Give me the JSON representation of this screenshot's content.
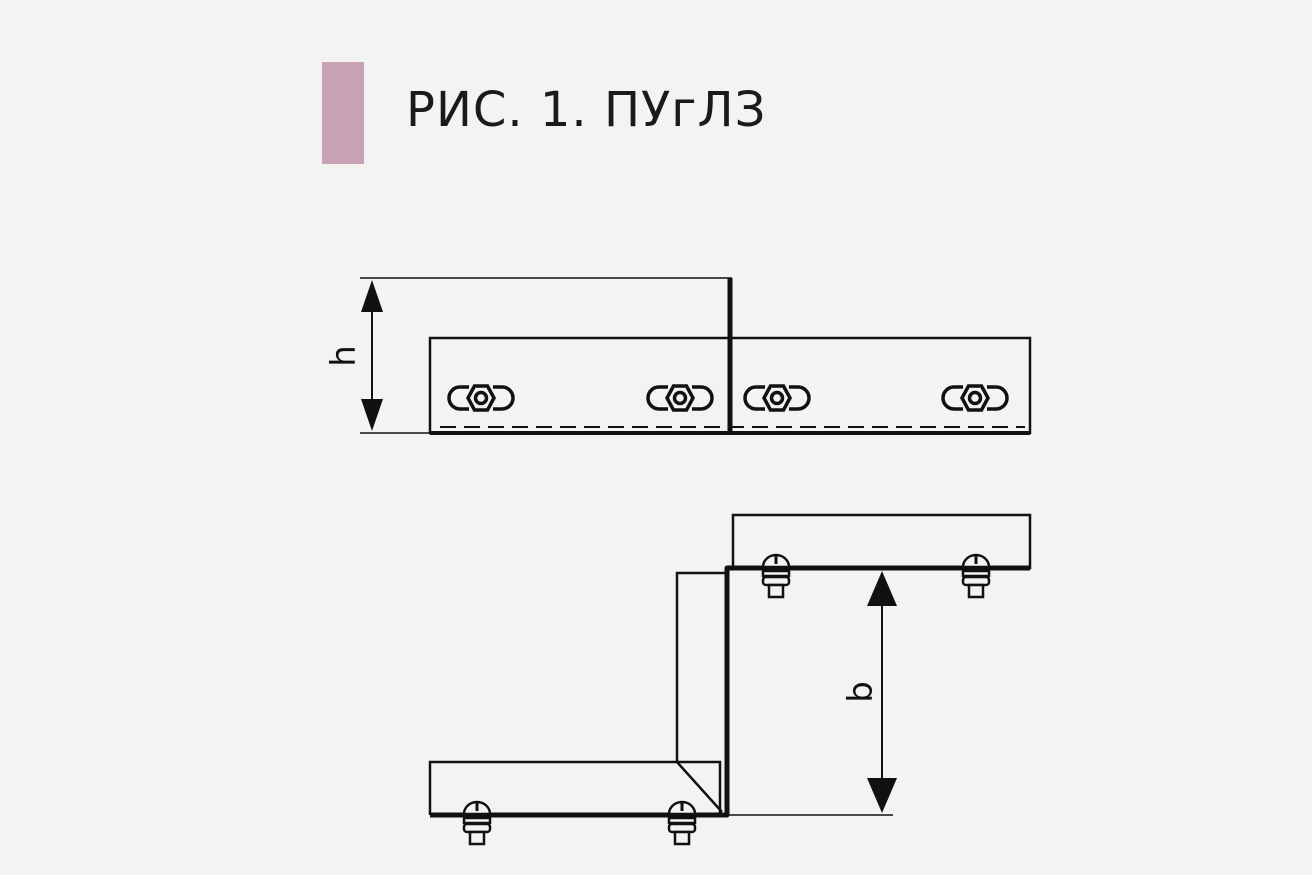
{
  "figure": {
    "title": "РИС. 1. ПУгЛЗ",
    "accent_color": "#c9a3b5",
    "dimension_labels": {
      "height": "h",
      "width": "b"
    }
  }
}
